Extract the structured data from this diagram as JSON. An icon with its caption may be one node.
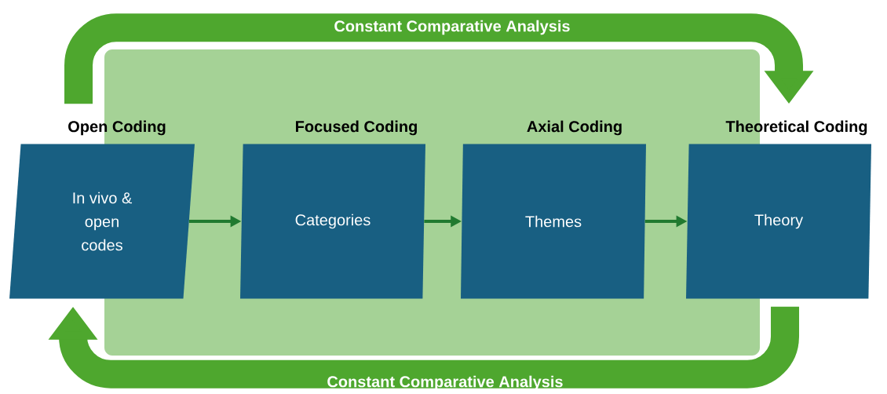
{
  "diagram": {
    "nodes": [
      {
        "text": [
          "Open Coding",
          "In vivo & open codes"
        ]
      },
      {
        "text": [
          "Focused Coding",
          "Categories"
        ]
      },
      {
        "text": [
          "Axial Coding",
          "Themes"
        ]
      },
      {
        "text": [
          "Theoretical Coding",
          "Theory"
        ]
      }
    ],
    "edges": [
      {
        "from": 0,
        "to": 1,
        "arrow": "to"
      },
      {
        "from": 1,
        "to": 2,
        "arrow": "to"
      },
      {
        "from": 2,
        "to": 3,
        "arrow": "to"
      },
      {
        "from": 0,
        "to": 3,
        "arrow": "to",
        "label": "Constant Comparative Analysis",
        "style": "thick",
        "color": "#4ea72e"
      },
      {
        "from": 3,
        "to": 0,
        "arrow": "to",
        "label": "Constant Comparative Analysis",
        "style": "thick",
        "color": "#4ea72e"
      }
    ]
  }
}
